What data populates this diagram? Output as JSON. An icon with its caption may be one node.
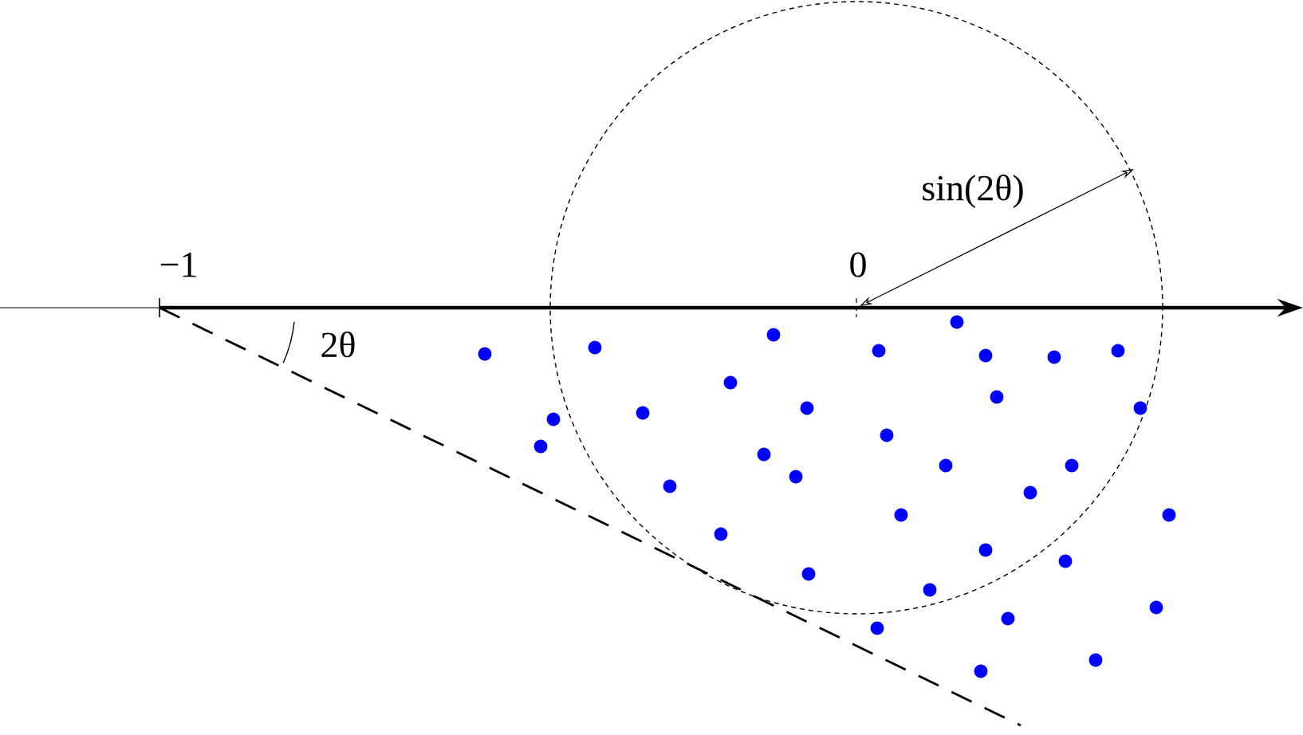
{
  "diagram": {
    "labels": [
      "−1",
      "0",
      "sin(2θ)",
      "2θ"
    ]
  }
}
